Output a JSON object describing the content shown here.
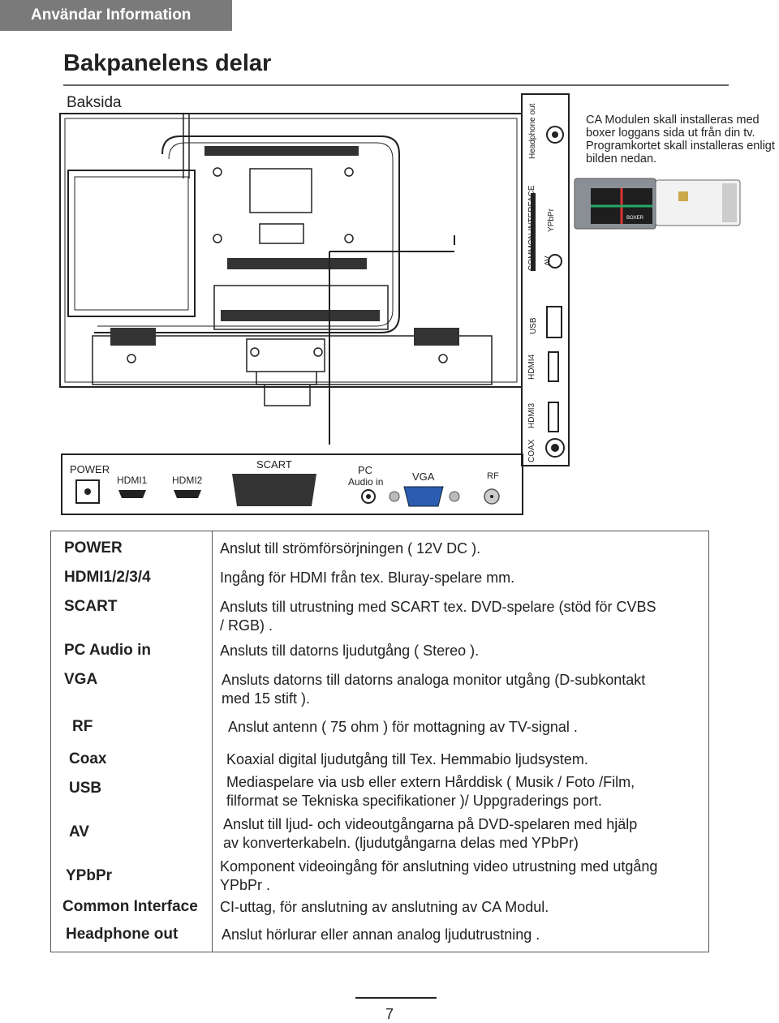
{
  "header": {
    "section_title": "Användar Information"
  },
  "page": {
    "title": "Bakpanelens delar",
    "section_label": "Baksida",
    "page_number": "7"
  },
  "ca_note": {
    "lines": [
      "CA Modulen skall installeras med",
      "boxer loggans sida ut från din tv.",
      "Programkortet skall installeras enligt",
      "bilden nedan."
    ]
  },
  "side_panel": {
    "headphone_out": "Headphone out",
    "common_interface": "COMMON INTERFACE",
    "ypbpr": "YPbPr",
    "av": "AV",
    "usb": "USB",
    "hdmi4": "HDMI4",
    "hdmi3": "HDMI3",
    "coax": "COAX"
  },
  "ci_card": {
    "logo": "BOXER"
  },
  "bottom_panel": {
    "power": "POWER",
    "hdmi1": "HDMI1",
    "hdmi2": "HDMI2",
    "scart": "SCART",
    "pc": "PC",
    "audio_in": "Audio in",
    "vga": "VGA",
    "rf": "RF"
  },
  "table": {
    "rows": [
      {
        "name": "POWER",
        "desc": [
          "Anslut till strömförsörjningen ( 12V DC )."
        ]
      },
      {
        "name": "HDMI1/2/3/4",
        "desc": [
          "Ingång för HDMI från tex. Bluray-spelare mm."
        ]
      },
      {
        "name": "SCART",
        "desc": [
          "Ansluts till utrustning med SCART tex. DVD-spelare (stöd för CVBS",
          "/ RGB) ."
        ]
      },
      {
        "name": "PC Audio in",
        "desc": [
          "Ansluts till datorns ljudutgång ( Stereo )."
        ]
      },
      {
        "name": "VGA",
        "desc": [
          "Ansluts datorns till datorns analoga monitor utgång (D-subkontakt",
          "med 15 stift )."
        ]
      },
      {
        "name": "RF",
        "desc": [
          "Anslut antenn  ( 75 ohm ) för mottagning av TV-signal ."
        ]
      },
      {
        "name": "Coax",
        "desc": [
          "Koaxial digital ljudutgång till Tex. Hemmabio ljudsystem."
        ]
      },
      {
        "name": "USB",
        "desc": [
          "Mediaspelare via usb eller extern Hårddisk ( Musik / Foto /Film,",
          "filformat se Tekniska specifikationer )/ Uppgraderings port."
        ]
      },
      {
        "name": "AV",
        "desc": [
          "Anslut till ljud- och videoutgångarna på DVD-spelaren med hjälp",
          "av konverterkabeln. (ljudutgångarna delas med YPbPr)"
        ]
      },
      {
        "name": "YPbPr",
        "desc": [
          "Komponent videoingång för anslutning video utrustning med utgång",
          "YPbPr ."
        ]
      },
      {
        "name": "Common Interface",
        "desc": [
          "CI-uttag, för anslutning av anslutning av CA Modul."
        ]
      },
      {
        "name": "Headphone out",
        "desc": [
          "Anslut hörlurar eller annan analog ljudutrustning ."
        ]
      }
    ]
  }
}
